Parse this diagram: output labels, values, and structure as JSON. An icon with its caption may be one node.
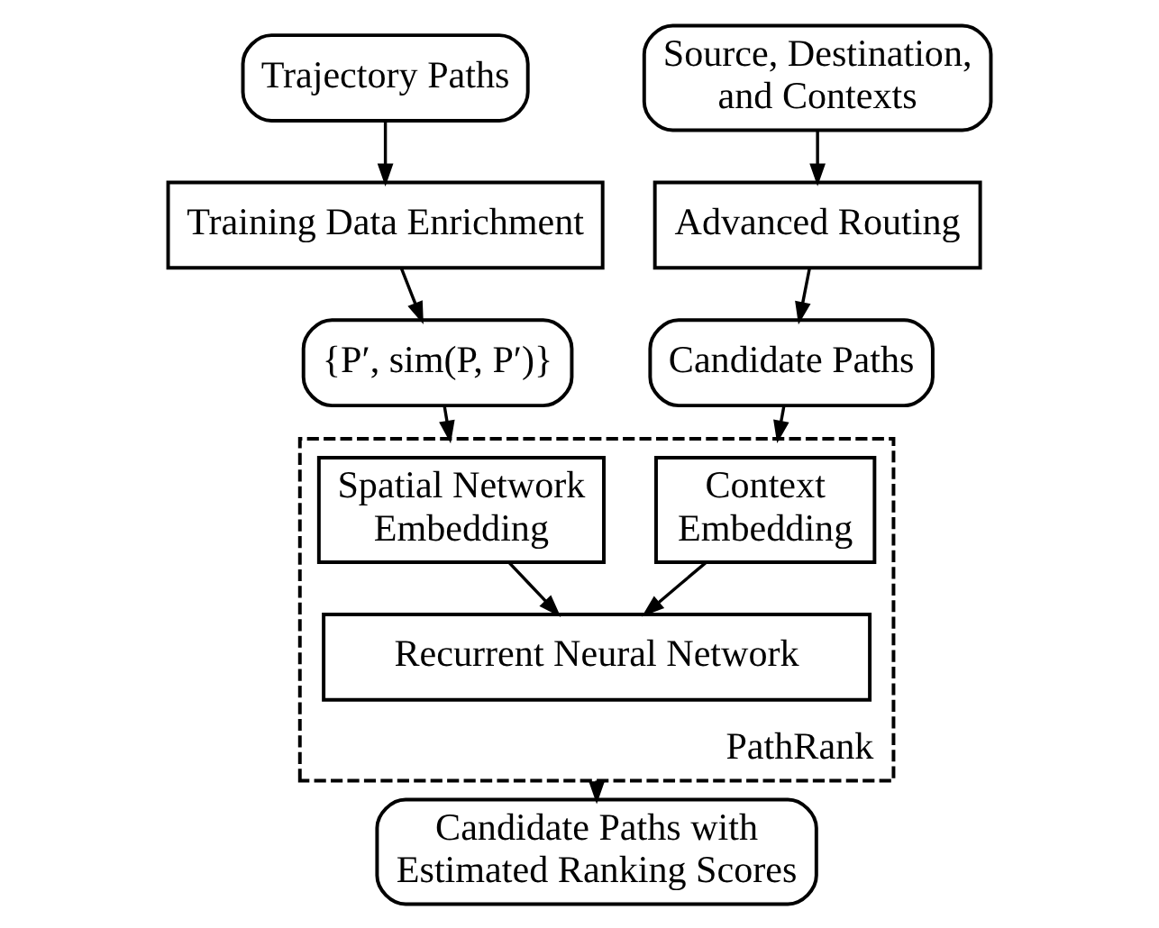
{
  "diagram": {
    "nodes": [
      {
        "text": [
          "Trajectory Paths"
        ]
      },
      {
        "text": [
          "Training Data Enrichment"
        ]
      },
      {
        "text": [
          "{P′, sim(P, P′)}"
        ]
      },
      {
        "text": [
          "Source, Destination, and Contexts"
        ]
      },
      {
        "text": [
          "Advanced Routing"
        ]
      },
      {
        "text": [
          "Candidate Paths"
        ]
      },
      {
        "text": [
          "PathRank"
        ]
      },
      {
        "text": [
          "Spatial Network Embedding"
        ],
        "in": 6
      },
      {
        "text": [
          "Context Embedding"
        ],
        "in": 6
      },
      {
        "text": [
          "Recurrent Neural Network"
        ],
        "in": 6
      },
      {
        "text": [
          "Candidate Paths with Estimated Ranking Scores"
        ]
      }
    ],
    "edges": [
      {
        "from": 0,
        "to": 1,
        "arrow": "to"
      },
      {
        "from": 1,
        "to": 2,
        "arrow": "to"
      },
      {
        "from": 3,
        "to": 4,
        "arrow": "to"
      },
      {
        "from": 4,
        "to": 5,
        "arrow": "to"
      },
      {
        "from": 2,
        "to": 6,
        "arrow": "to"
      },
      {
        "from": 5,
        "to": 6,
        "arrow": "to"
      },
      {
        "from": 7,
        "to": 9,
        "arrow": "to"
      },
      {
        "from": 8,
        "to": 9,
        "arrow": "to"
      },
      {
        "from": 6,
        "to": 10,
        "arrow": "to"
      }
    ]
  }
}
